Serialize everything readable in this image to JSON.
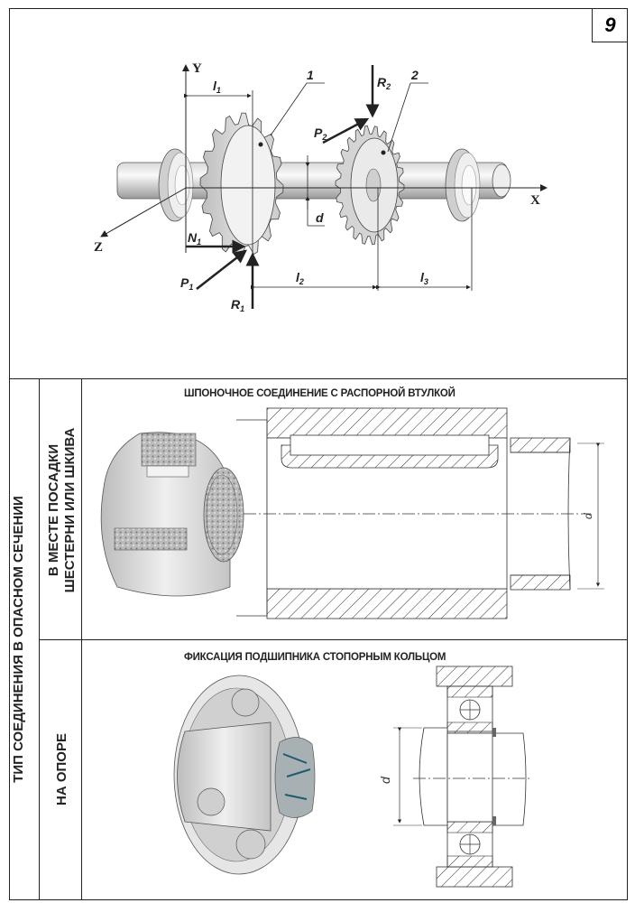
{
  "sheet_number": "9",
  "top_diagram": {
    "axes": {
      "x": "X",
      "y": "Y",
      "z": "Z"
    },
    "parts": {
      "gear1": "1",
      "gear2": "2"
    },
    "forces": {
      "N1": "N",
      "N1_sub": "1",
      "P1": "P",
      "P1_sub": "1",
      "R1": "R",
      "R1_sub": "1",
      "P2": "P",
      "P2_sub": "2",
      "R2": "R",
      "R2_sub": "2"
    },
    "dimensions": {
      "l1": "l",
      "l1_sub": "1",
      "l2": "l",
      "l2_sub": "2",
      "l3": "l",
      "l3_sub": "3",
      "d": "d"
    }
  },
  "table": {
    "row_group_label": "ТИП СОЕДИНЕНИЯ В ОПАСНОМ СЕЧЕНИИ",
    "rows": [
      {
        "label_line1": "В МЕСТЕ ПОСАДКИ",
        "label_line2": "ШЕСТЕРНИ ИЛИ ШКИВА",
        "title": "ШПОНОЧНОЕ СОЕДИНЕНИЕ С РАСПОРНОЙ ВТУЛКОЙ",
        "dim_label": "d"
      },
      {
        "label_line1": "НА ОПОРЕ",
        "title": "ФИКСАЦИЯ ПОДШИПНИКА СТОПОРНЫМ КОЛЬЦОМ",
        "dim_label": "d"
      }
    ]
  }
}
